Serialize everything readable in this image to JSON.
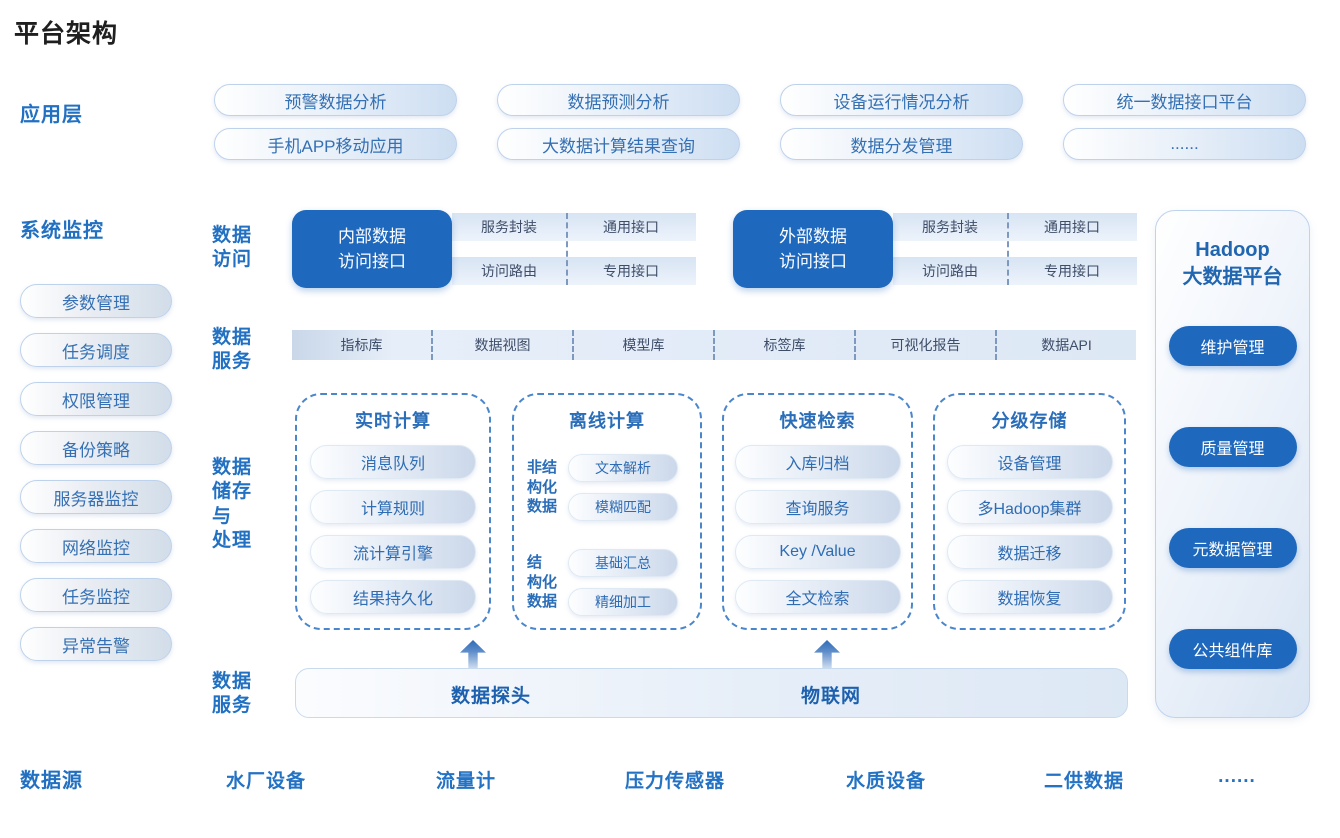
{
  "page": {
    "title": "平台架构"
  },
  "colors": {
    "accent_blue": "#1e68bd",
    "label_blue": "#2170c2",
    "dashed_border": "#4a86cc",
    "pill_text": "#3470b3"
  },
  "app_layer": {
    "label": "应用层",
    "items": [
      "预警数据分析",
      "数据预测分析",
      "设备运行情况分析",
      "统一数据接口平台",
      "手机APP移动应用",
      "大数据计算结果查询",
      "数据分发管理",
      "......"
    ]
  },
  "system_monitor": {
    "label": "系统监控",
    "items": [
      "参数管理",
      "任务调度",
      "权限管理",
      "备份策略",
      "服务器监控",
      "网络监控",
      "任务监控",
      "异常告警"
    ]
  },
  "data_access": {
    "label_lines": [
      "数据",
      "访问"
    ],
    "groups": [
      {
        "title_lines": [
          "内部数据",
          "访问接口"
        ],
        "cells": [
          "服务封装",
          "通用接口",
          "访问路由",
          "专用接口"
        ]
      },
      {
        "title_lines": [
          "外部数据",
          "访问接口"
        ],
        "cells": [
          "服务封装",
          "通用接口",
          "访问路由",
          "专用接口"
        ]
      }
    ]
  },
  "data_service": {
    "label_lines": [
      "数据",
      "服务"
    ],
    "items": [
      "指标库",
      "数据视图",
      "模型库",
      "标签库",
      "可视化报告",
      "数据API"
    ]
  },
  "data_storage": {
    "label_lines": [
      "数据",
      "储存",
      "与",
      "处理"
    ],
    "boxes": [
      {
        "title": "实时计算",
        "pills": [
          "消息队列",
          "计算规则",
          "流计算引擎",
          "结果持久化"
        ]
      },
      {
        "title": "离线计算",
        "groups": [
          {
            "label_lines": [
              "非结",
              "构化",
              "数据"
            ],
            "pills": [
              "文本解析",
              "模糊匹配"
            ]
          },
          {
            "label_lines": [
              "结",
              "构化",
              "数据"
            ],
            "pills": [
              "基础汇总",
              "精细加工"
            ]
          }
        ]
      },
      {
        "title": "快速检索",
        "pills": [
          "入库归档",
          "查询服务",
          "Key /Value",
          "全文检索"
        ]
      },
      {
        "title": "分级存储",
        "pills": [
          "设备管理",
          "多Hadoop集群",
          "数据迁移",
          "数据恢复"
        ]
      }
    ]
  },
  "data_ingest": {
    "label_lines": [
      "数据",
      "服务"
    ],
    "items": [
      "数据探头",
      "物联网"
    ]
  },
  "hadoop": {
    "title_lines": [
      "Hadoop",
      "大数据平台"
    ],
    "items": [
      "维护管理",
      "质量管理",
      "元数据管理",
      "公共组件库"
    ]
  },
  "data_source": {
    "label": "数据源",
    "items": [
      "水厂设备",
      "流量计",
      "压力传感器",
      "水质设备",
      "二供数据",
      "......"
    ]
  }
}
